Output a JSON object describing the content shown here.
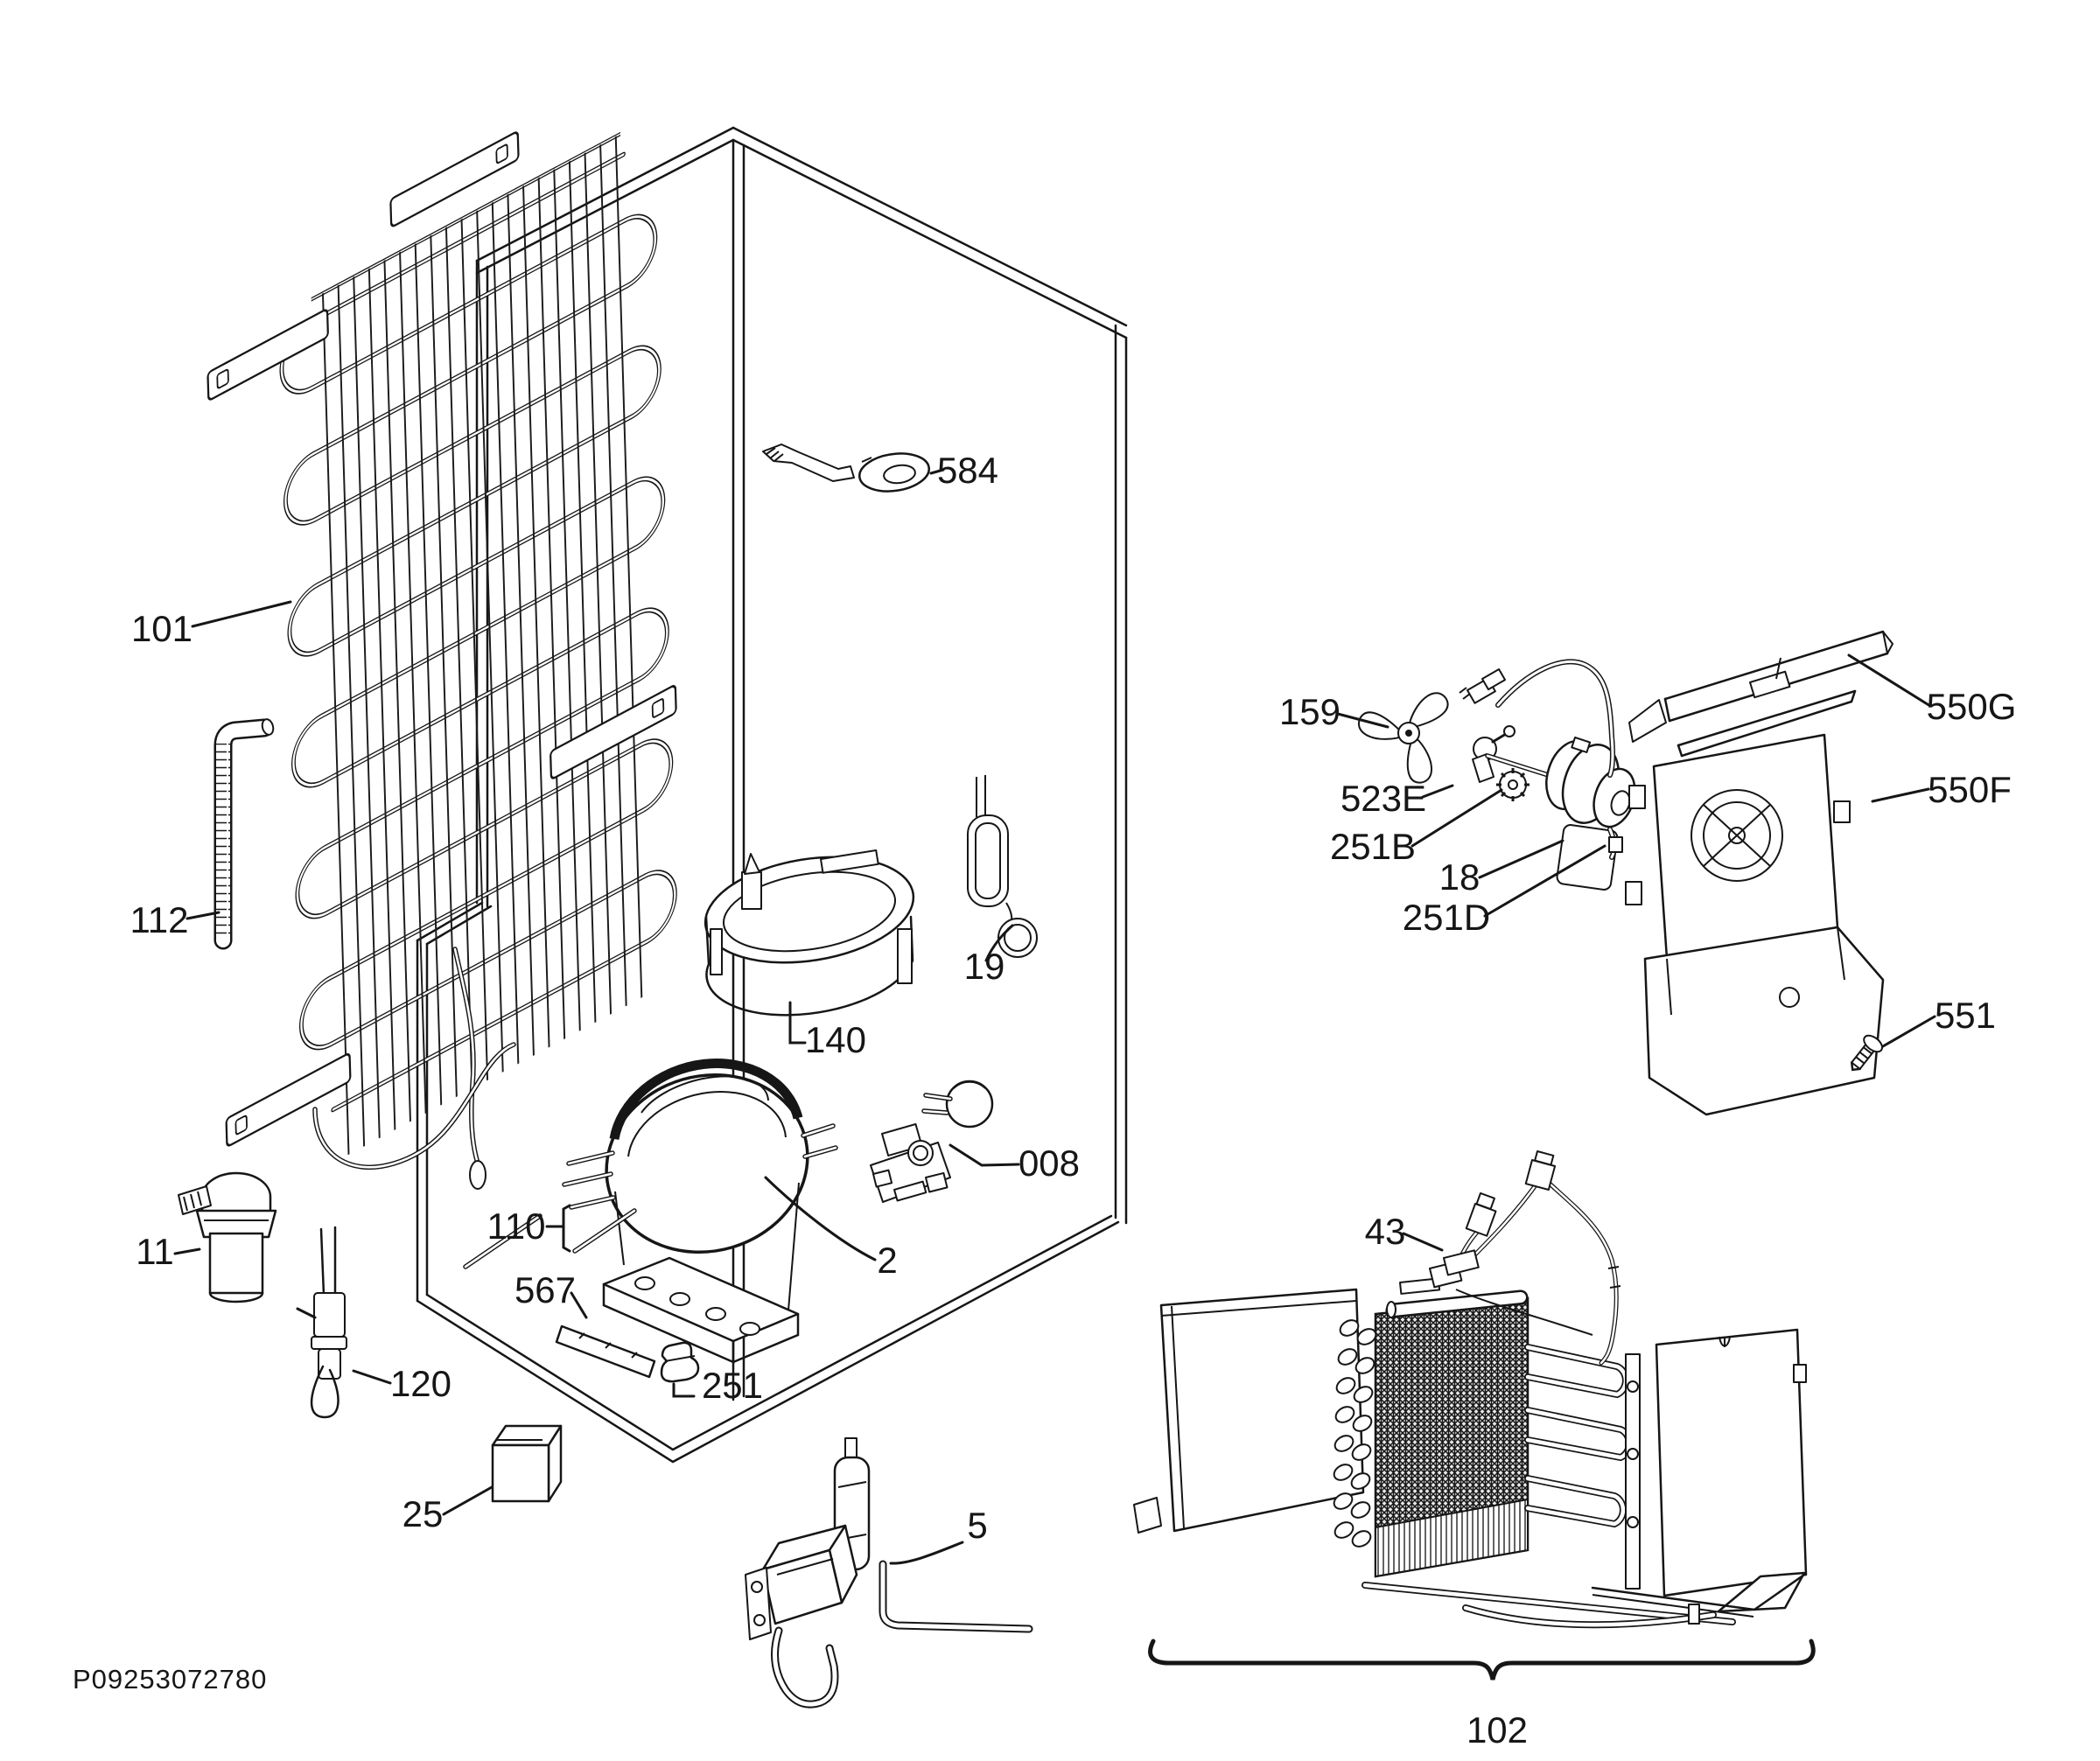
{
  "meta": {
    "background_color": "#ffffff",
    "ink_color": "#161616",
    "description": "Exploded parts diagram of a refrigerator cooling system"
  },
  "footer_code": "P09253072780",
  "labels": {
    "n101": "101",
    "n112": "112",
    "n11": "11",
    "n120": "120",
    "n25": "25",
    "n110": "110",
    "n567": "567",
    "n251": "251",
    "n2": "2",
    "n140": "140",
    "n584": "584",
    "n19": "19",
    "n008": "008",
    "n5": "5",
    "n159": "159",
    "n523E": "523E",
    "n251B": "251B",
    "n18": "18",
    "n251D": "251D",
    "n550G": "550G",
    "n550F": "550F",
    "n551": "551",
    "n43": "43",
    "n102": "102"
  }
}
